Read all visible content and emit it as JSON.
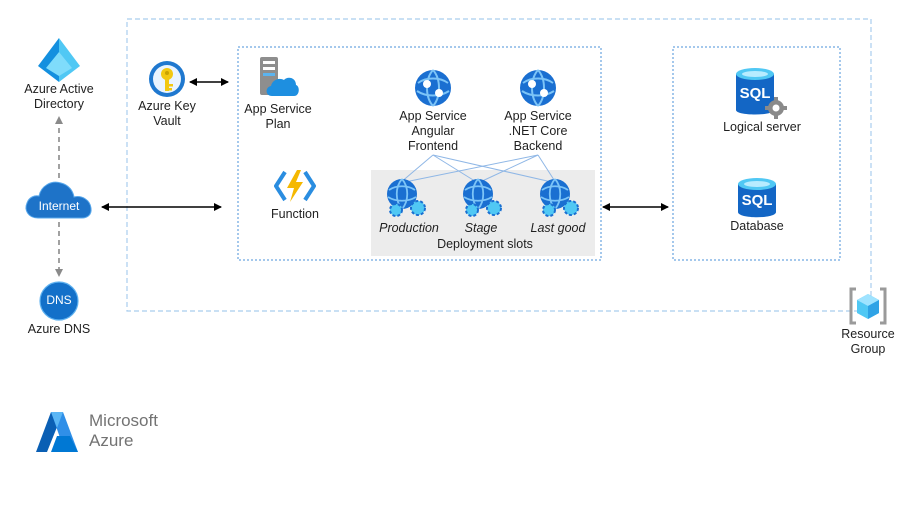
{
  "left": {
    "aad": [
      "Azure Active",
      "Directory"
    ],
    "internet": "Internet",
    "dns_icon_text": "DNS",
    "dns": "Azure DNS"
  },
  "keyvault": [
    "Azure Key",
    "Vault"
  ],
  "app_service": {
    "plan": [
      "App Service",
      "Plan"
    ],
    "function": "Function",
    "frontend": [
      "App Service",
      "Angular",
      "Frontend"
    ],
    "backend": [
      "App Service",
      ".NET Core",
      "Backend"
    ]
  },
  "slots": {
    "items": [
      "Production",
      "Stage",
      "Last good"
    ],
    "caption": "Deployment slots"
  },
  "data_tier": {
    "sql_icon_text": "SQL",
    "logical": "Logical server",
    "database": "Database"
  },
  "resource_group": [
    "Resource",
    "Group"
  ],
  "brand": [
    "Microsoft",
    "Azure"
  ],
  "colors": {
    "azure_blue": "#0078d4",
    "light_blue": "#50e6ff",
    "border_dashed": "#7fb2e5",
    "slots_bg": "#ececec",
    "arrow": "#000000",
    "gray_arrow": "#8a8a8a",
    "key_gold": "#f2c811"
  }
}
